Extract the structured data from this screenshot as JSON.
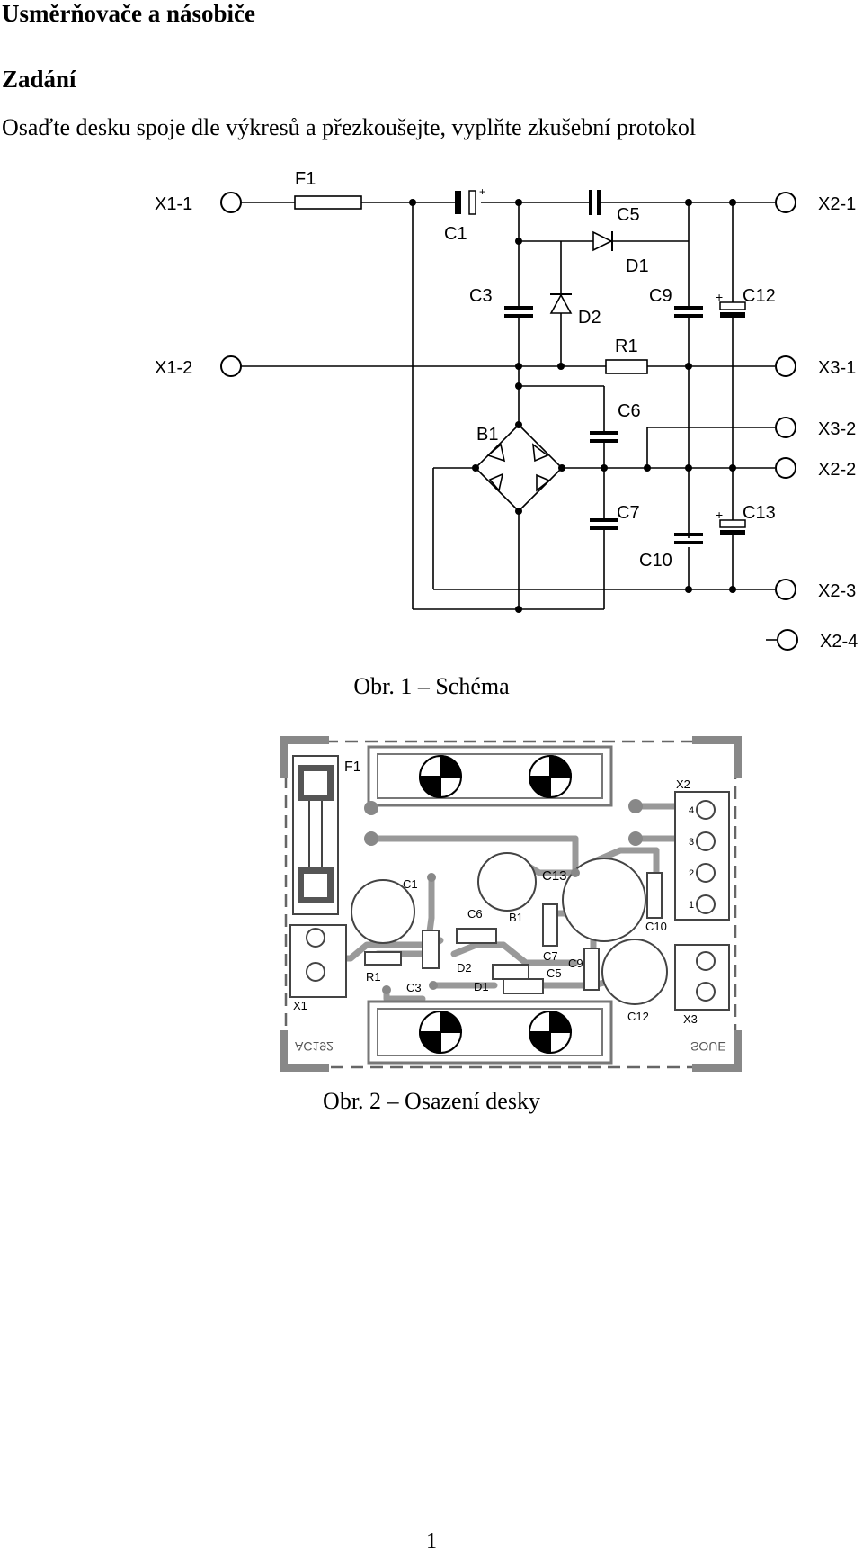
{
  "doc": {
    "title": "Usměrňovače a násobiče",
    "section": "Zadání",
    "instruction": "Osaďte desku spoje dle výkresů a přezkoušejte, vyplňte zkušební protokol",
    "caption_schema": "Obr. 1 – Schéma",
    "caption_board": "Obr. 2 – Osazení desky",
    "page_number": "1"
  },
  "schematic": {
    "terminals": {
      "x1_1": "X1-1",
      "x1_2": "X1-2",
      "x2_1": "X2-1",
      "x2_2": "X2-2",
      "x2_3": "X2-3",
      "x2_4": "X2-4",
      "x3_1": "X3-1",
      "x3_2": "X3-2"
    },
    "parts": {
      "f1": "F1",
      "c1": "C1",
      "c3": "C3",
      "c5": "C5",
      "c6": "C6",
      "c7": "C7",
      "c9": "C9",
      "c10": "C10",
      "c12": "C12",
      "c13": "C13",
      "d1": "D1",
      "d2": "D2",
      "r1": "R1",
      "b1": "B1"
    }
  },
  "board": {
    "labels": {
      "f1": "F1",
      "x2": "X2",
      "c1": "C1",
      "c13": "C13",
      "c6": "C6",
      "b1": "B1",
      "c7": "C7",
      "c10": "C10",
      "c9": "C9",
      "c5": "C5",
      "d2": "D2",
      "d1": "D1",
      "r1": "R1",
      "c3": "C3",
      "x1": "X1",
      "x3": "X3",
      "c12": "C12"
    },
    "pins": {
      "p1": "1",
      "p2": "2",
      "p3": "3",
      "p4": "4"
    },
    "mirrored_code": "AC192",
    "mirrored_logo": "SOUE"
  }
}
